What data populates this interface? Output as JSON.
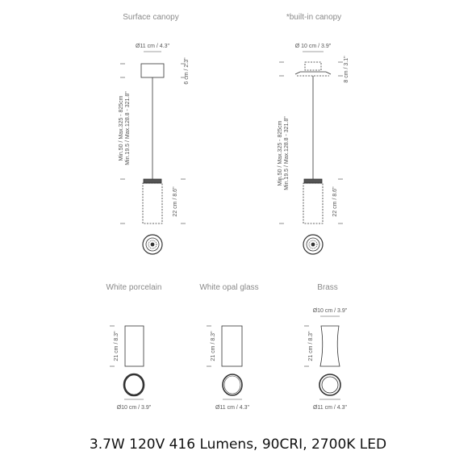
{
  "labels": {
    "surface_canopy": "Surface canopy",
    "builtin_canopy": "*built-in canopy",
    "white_porcelain": "White porcelain",
    "white_opal_glass": "White opal glass",
    "brass": "Brass"
  },
  "dimensions": {
    "surface_canopy_diameter": "Ø11 cm / 4.3\"",
    "surface_canopy_height": "6 cm / 2.3\"",
    "surface_cable": "Min.50 / Max.325 - 825cm",
    "surface_cable_in": "Min.19.5 / Max.128.8 - 321.8\"",
    "surface_shade_height": "22 cm / 8.6\"",
    "builtin_canopy_diameter": "Ø 10 cm / 3.9\"",
    "builtin_canopy_height": "8 cm / 3.1\"",
    "builtin_cable": "Min.50 / Max.325 - 825cm",
    "builtin_cable_in": "Min.19.5 / Max.128.8 - 321.8\"",
    "builtin_shade_height": "22 cm / 8.6\"",
    "porcelain_height": "21 cm / 8.3\"",
    "porcelain_diameter": "Ø10 cm / 3.9\"",
    "opal_height": "21 cm / 8.3\"",
    "opal_diameter": "Ø11 cm / 4.3\"",
    "brass_top_diameter": "Ø10 cm / 3.9\"",
    "brass_height": "21 cm / 8.3\"",
    "brass_diameter": "Ø11 cm / 4.3\""
  },
  "spec_text": "3.7W 120V 416 Lumens, 90CRI, 2700K LED",
  "colors": {
    "line": "#333333",
    "label": "#8a8a8a",
    "text": "#111111"
  }
}
